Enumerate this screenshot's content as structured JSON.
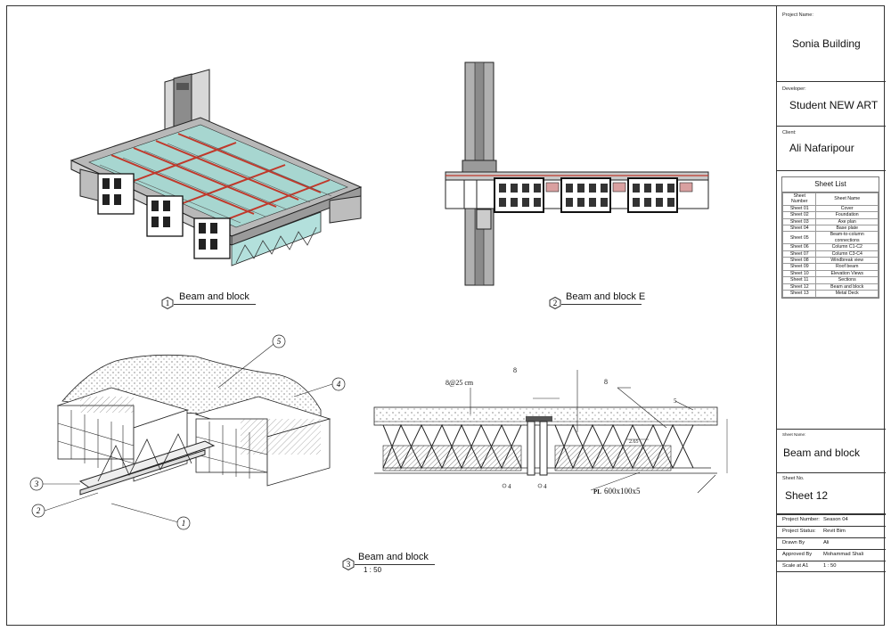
{
  "title_block": {
    "project_name_label": "Project Name:",
    "project_name": "Sonia Building",
    "developer_label": "Developer:",
    "developer": "Student NEW ART",
    "client_label": "Client:",
    "client": "Ali Nafaripour",
    "sheet_name_label": "Sheet Name:",
    "sheet_name": "Beam and block",
    "sheet_no_label": "Sheet No.",
    "sheet_no": "Sheet 12",
    "info_rows": [
      {
        "label": "Project Number:",
        "value": "Season 04"
      },
      {
        "label": "Project Status:",
        "value": "Revit Bim"
      },
      {
        "label": "Drawn By",
        "value": "Ali"
      },
      {
        "label": "Approved By",
        "value": "Mohammad Shali"
      },
      {
        "label": "Scale at A1",
        "value": "1 : 50"
      }
    ]
  },
  "sheet_list": {
    "title": "Sheet List",
    "headers": [
      "Sheet Number",
      "Sheet Name"
    ],
    "rows": [
      [
        "Sheet 01",
        "Cover"
      ],
      [
        "Sheet 02",
        "Foundation"
      ],
      [
        "Sheet 03",
        "Axe plan"
      ],
      [
        "Sheet 04",
        "Base plate"
      ],
      [
        "Sheet 05",
        "Beam-to-column connections"
      ],
      [
        "Sheet 06",
        "Column C1-C2"
      ],
      [
        "Sheet 07",
        "Column C3-C4"
      ],
      [
        "Sheet 08",
        "Windbreak view"
      ],
      [
        "Sheet 09",
        "Roof beam"
      ],
      [
        "Sheet 10",
        "Elevation Views"
      ],
      [
        "Sheet 11",
        "Sections"
      ],
      [
        "Sheet 12",
        "Beam and block"
      ],
      [
        "Sheet 13",
        "Metal Deck"
      ]
    ]
  },
  "views": [
    {
      "number": "1",
      "label": "Beam and block"
    },
    {
      "number": "2",
      "label": "Beam and block  E"
    },
    {
      "number": "3",
      "label": "Beam and block",
      "scale": "1 : 50"
    }
  ],
  "detail_annotations": {
    "callouts": [
      "1",
      "2",
      "3",
      "4",
      "5"
    ],
    "spacing": "8@25 cm",
    "rebar_top_left": "8",
    "rebar_top_right": "8",
    "dim_265": "2.65",
    "marker_4a": "4",
    "marker_4b": "4",
    "marker_5": "5",
    "plate": "600x100x5",
    "plate_symbol": "PL"
  }
}
